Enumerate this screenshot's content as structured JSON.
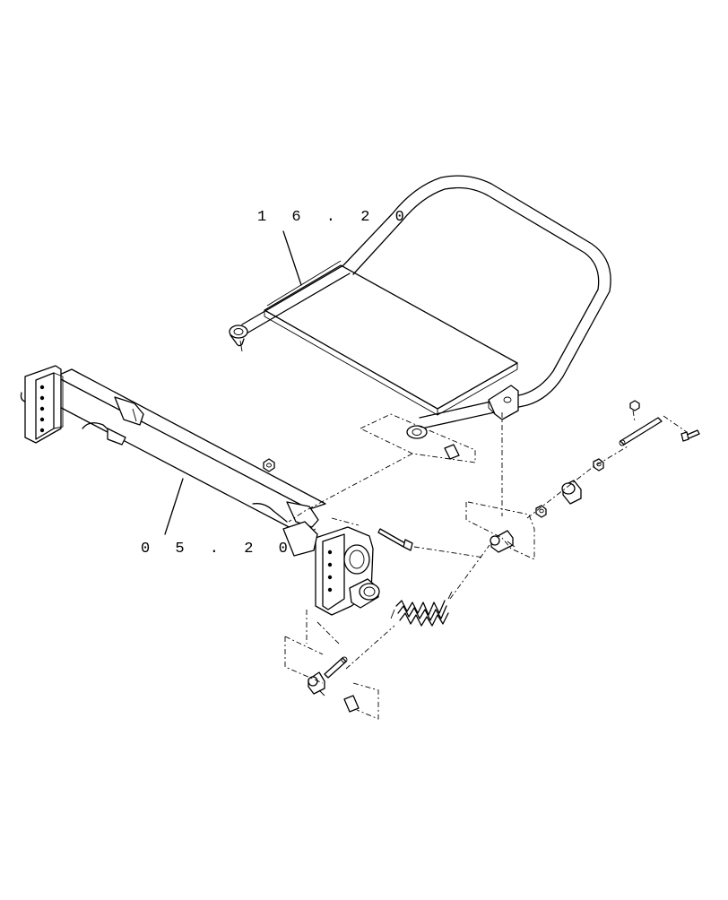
{
  "diagram": {
    "callouts": [
      {
        "id": "seat-frame-ref",
        "label": "1 6 . 2 0"
      },
      {
        "id": "axle-frame-ref",
        "label": "0 5 . 2 0"
      }
    ],
    "parts": [
      "seat-frame",
      "axle-tube",
      "left-hub",
      "right-hub",
      "spring",
      "pivot-pin",
      "bolt",
      "nut",
      "roller",
      "spacer",
      "roll-pin"
    ]
  }
}
